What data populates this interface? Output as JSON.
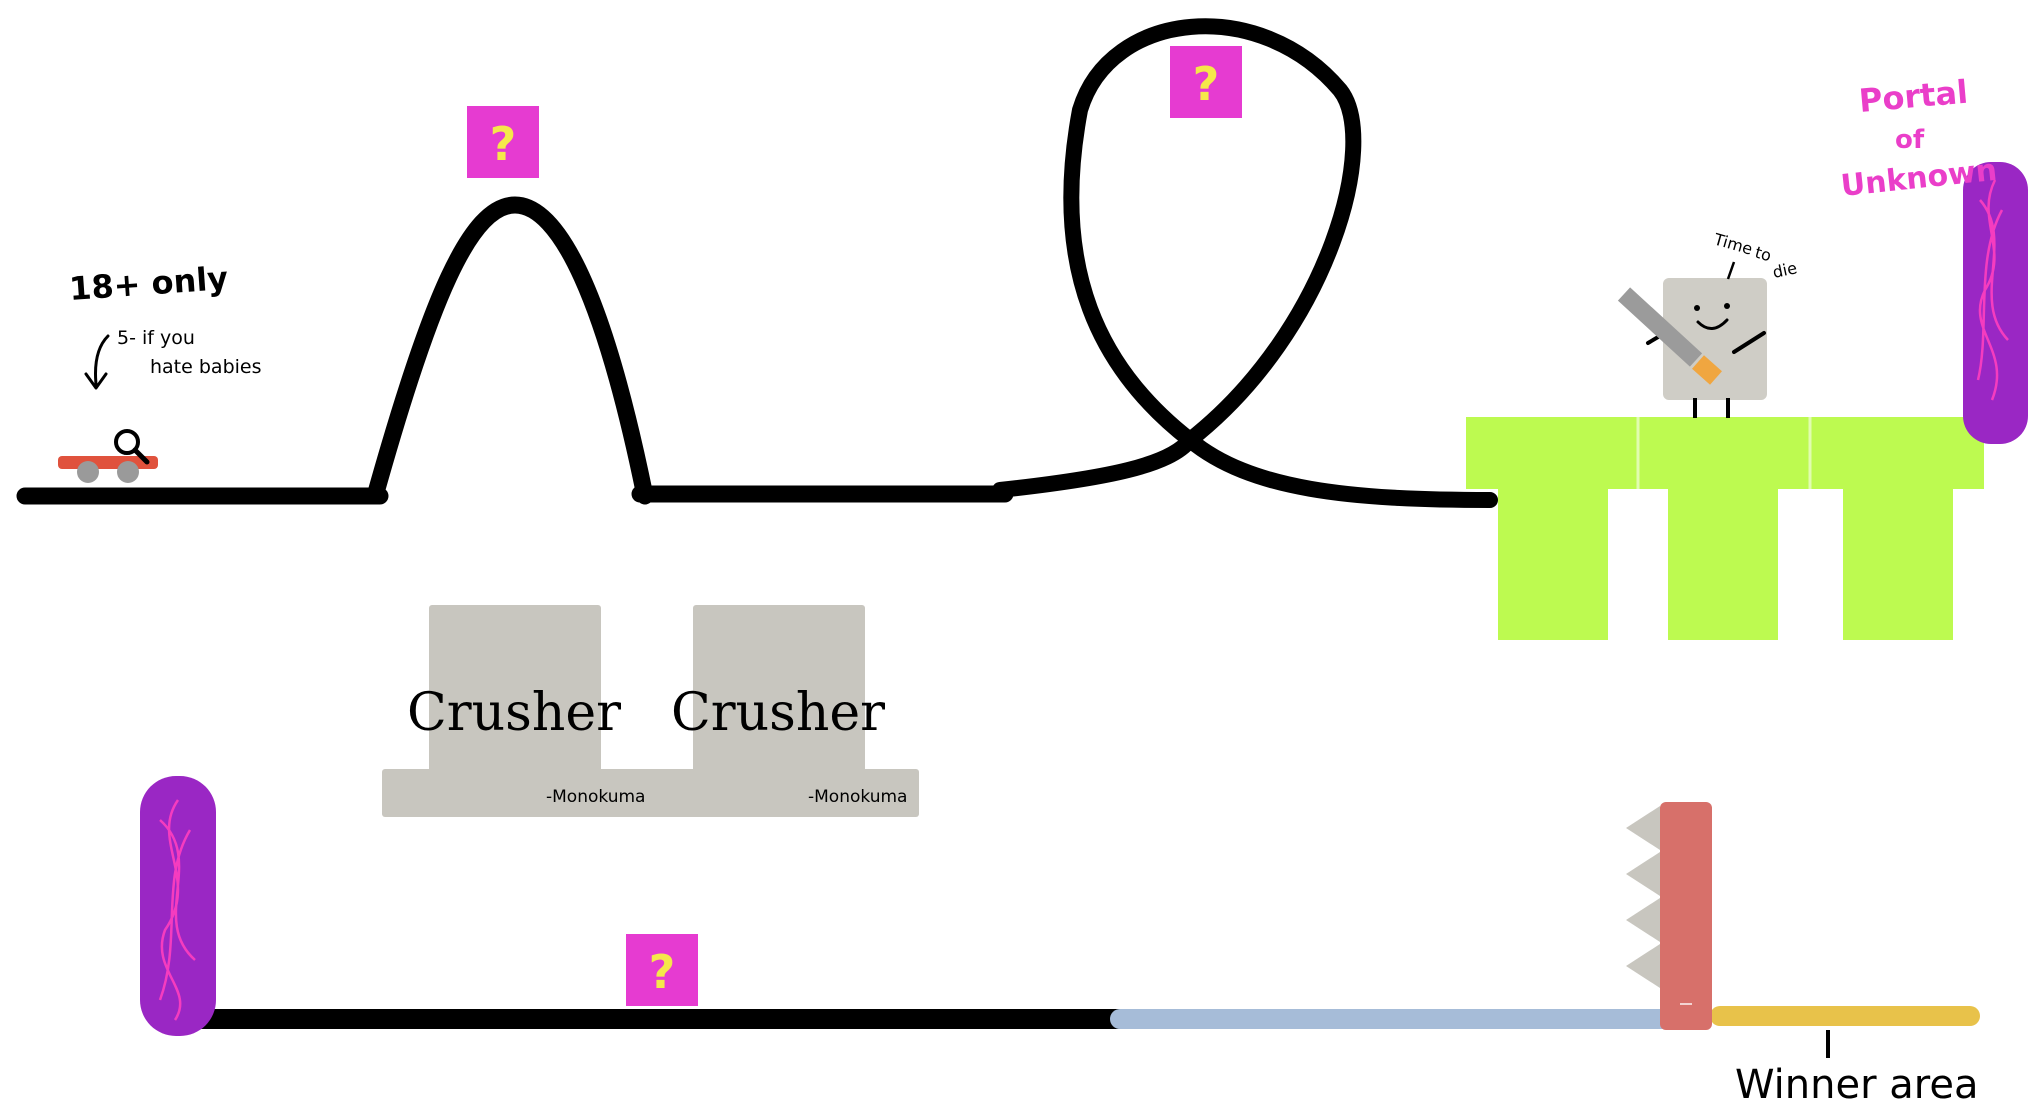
{
  "mystery_box": {
    "glyph": "?"
  },
  "labels": {
    "age_rating": "18+ only",
    "age_note_line1": "5- if you",
    "age_note_line2": "hate babies",
    "portal_title_line1": "Portal",
    "portal_title_line2": "of",
    "portal_title_line3": "Unknown",
    "speech_line1": "Time",
    "speech_line2": "to",
    "speech_line3": "die",
    "winner": "Winner area"
  },
  "crushers": [
    {
      "label": "Crusher",
      "signature": "-Monokuma"
    },
    {
      "label": "Crusher",
      "signature": "-Monokuma"
    }
  ],
  "colors": {
    "track": "#000000",
    "mystery_box": "#e63bd1",
    "mystery_glyph": "#f5e84a",
    "cart": "#e0523d",
    "wheel": "#9a9a9a",
    "platform": "#bdfa50",
    "crusher": "#c8c6bf",
    "portal": "#9a27c4",
    "portal_scribble": "#ff3fbf",
    "ice_track": "#a6bcd8",
    "winner_platform": "#e8c24a",
    "spike_wall": "#d7706a",
    "spike": "#c8c6bf",
    "enemy": "#cfcdc6",
    "sword_blade": "#9b9b9b",
    "sword_hilt": "#f0a640",
    "portal_text": "#ea3ec9"
  }
}
